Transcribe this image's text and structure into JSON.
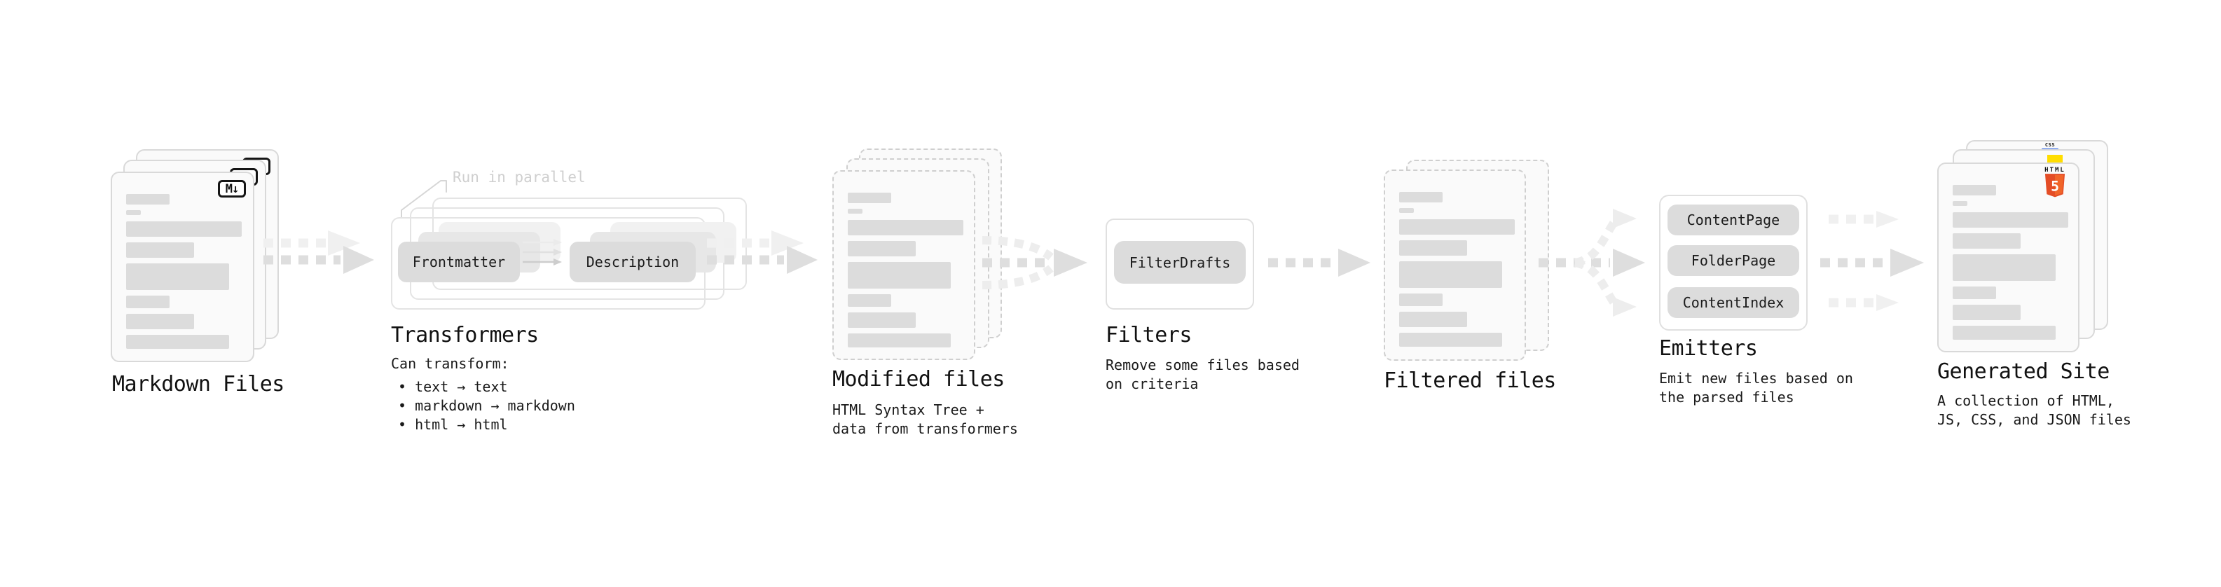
{
  "stages": {
    "markdown": {
      "title": "Markdown Files"
    },
    "transformers": {
      "title": "Transformers",
      "annotation": "Run in parallel",
      "chip_left": "Frontmatter",
      "chip_right": "Description",
      "body_heading": "Can transform:",
      "bullets": [
        "• text → text",
        "• markdown → markdown",
        "• html → html"
      ]
    },
    "modified": {
      "title": "Modified files",
      "desc": [
        "HTML Syntax Tree +",
        "data from transformers"
      ]
    },
    "filters": {
      "title": "Filters",
      "chip": "FilterDrafts",
      "desc": [
        "Remove some files based",
        "on criteria"
      ]
    },
    "filtered": {
      "title": "Filtered files"
    },
    "emitters": {
      "title": "Emitters",
      "chips": [
        "ContentPage",
        "FolderPage",
        "ContentIndex"
      ],
      "desc": [
        "Emit new files based on",
        "the parsed files"
      ]
    },
    "generated": {
      "title": "Generated Site",
      "desc": [
        "A collection of HTML,",
        "JS, CSS, and JSON files"
      ]
    }
  },
  "icons": {
    "markdown_label": "M↓",
    "html5_word": "HTML",
    "html5_number": "5",
    "css_word": "CSS"
  },
  "colors": {
    "html5_orange": "#e44d26",
    "html5_orange_light": "#f16529",
    "js_yellow": "#ffdd00",
    "css_blue": "#2760e5",
    "arrow_dark": "#dedede",
    "arrow_light": "#f0f0f0",
    "card_border": "#d9d9d9",
    "placeholder_bar": "#dcdcdc",
    "annotation_gray": "#cfcfcf",
    "text": "#1a1a1a"
  }
}
